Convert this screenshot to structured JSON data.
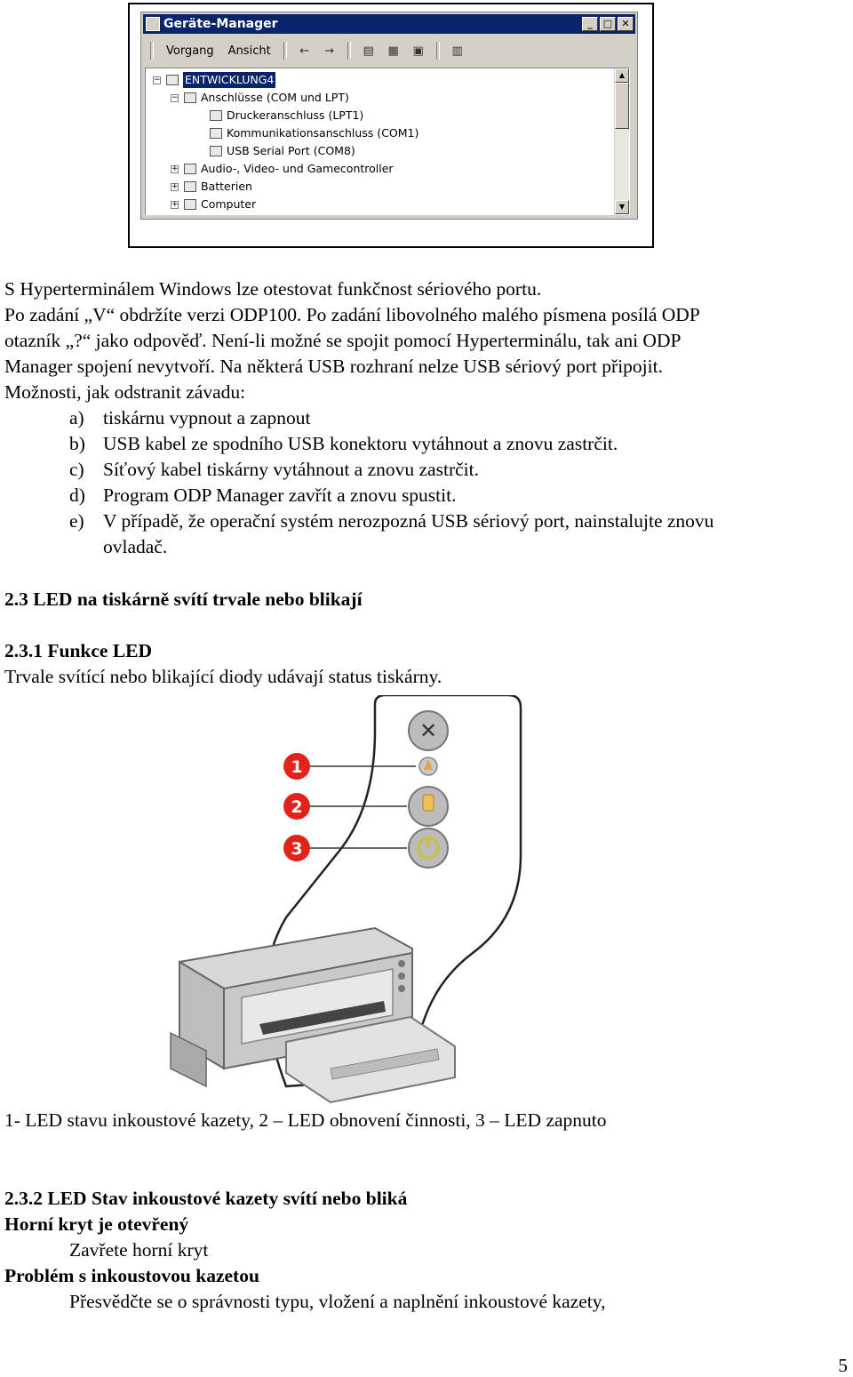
{
  "device_manager": {
    "title": "Geräte-Manager",
    "title_buttons": [
      "_",
      "□",
      "✕"
    ],
    "menu": [
      "Vorgang",
      "Ansicht"
    ],
    "tree": [
      {
        "label": "ENTWICKLUNG4",
        "selected": true
      },
      {
        "label": "Anschlüsse (COM und LPT)"
      },
      {
        "label": "Druckeranschluss (LPT1)"
      },
      {
        "label": "Kommunikationsanschluss (COM1)"
      },
      {
        "label": "USB Serial Port (COM8)"
      },
      {
        "label": "Audio-, Video- und Gamecontroller"
      },
      {
        "label": "Batterien"
      },
      {
        "label": "Computer"
      }
    ]
  },
  "text": {
    "p1": "S Hyperterminálem Windows lze otestovat funkčnost sériového portu.",
    "p2": "Po zadání „V“ obdržíte verzi ODP100. Po zadání libovolného malého písmena posílá ODP",
    "p3": "otazník „?“ jako odpověď. Není-li možné se spojit pomocí Hyperterminálu, tak ani ODP",
    "p4": "Manager spojení nevytvoří. Na některá USB rozhraní nelze USB sériový port připojit.",
    "p5": "Možnosti, jak odstranit závadu:",
    "list": [
      {
        "marker": "a)",
        "text": "tiskárnu vypnout a zapnout"
      },
      {
        "marker": "b)",
        "text": "USB kabel ze spodního USB konektoru vytáhnout a znovu zastrčit."
      },
      {
        "marker": "c)",
        "text": "Síťový kabel tiskárny vytáhnout a znovu zastrčit."
      },
      {
        "marker": "d)",
        "text": "Program ODP Manager zavřít a znovu spustit."
      },
      {
        "marker": "e)",
        "text": "V případě, že operační systém nerozpozná USB sériový port, nainstalujte znovu"
      }
    ],
    "list_e_cont": "ovladač.",
    "h_23": "2.3 LED na tiskárně svítí trvale nebo blikají",
    "h_231": "2.3.1 Funkce LED",
    "p6": "Trvale svítící nebo blikající diody udávají status tiskárny.",
    "caption": "1- LED stavu inkoustové kazety, 2 – LED obnovení činnosti, 3 – LED zapnuto",
    "h_232": "2.3.2 LED Stav inkoustové kazety svítí nebo bliká",
    "h_cover": "Horní kryt je otevřený",
    "cover_fix": "Zavřete horní kryt",
    "h_ink": "Problém s inkoustovou kazetou",
    "ink_fix": "Přesvědčte se o správnosti typu, vložení a naplnění inkoustové kazety,",
    "page_number": "5"
  },
  "figure": {
    "callouts": [
      "1",
      "2",
      "3"
    ],
    "callout_color": "#e2231a"
  }
}
